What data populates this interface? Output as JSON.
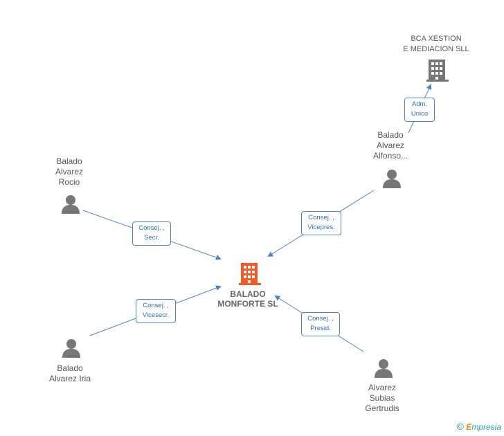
{
  "center": {
    "lines": [
      "BALADO",
      "MONFORTE SL"
    ],
    "color": "#f05a28"
  },
  "company2": {
    "lines": [
      "BCA XESTION",
      "E MEDIACION SLL"
    ],
    "color": "#777777"
  },
  "persons": {
    "rocio": {
      "lines": [
        "Balado",
        "Alvarez",
        "Rocio"
      ]
    },
    "iria": {
      "lines": [
        "Balado",
        "Alvarez Iria"
      ]
    },
    "alfonso": {
      "lines": [
        "Balado",
        "Alvarez",
        "Alfonso..."
      ]
    },
    "gertrudis": {
      "lines": [
        "Alvarez",
        "Subias",
        "Gertrudis"
      ]
    }
  },
  "roles": {
    "rocio": [
      "Consej. ,",
      "Secr."
    ],
    "iria": [
      "Consej. ,",
      "Vicesecr."
    ],
    "alfonso": [
      "Consej. ,",
      "Vicepres."
    ],
    "gertrudis": [
      "Consej. ,",
      "Presid."
    ],
    "alfonso_bca": [
      "Adm.",
      "Unico"
    ]
  },
  "footer": {
    "copyright": "©",
    "brand_initial": "E",
    "brand_rest": "mpresia"
  },
  "colors": {
    "edge": "#4a86c8",
    "person_icon": "#777777",
    "center_icon": "#f05a28",
    "company_icon": "#777777"
  }
}
